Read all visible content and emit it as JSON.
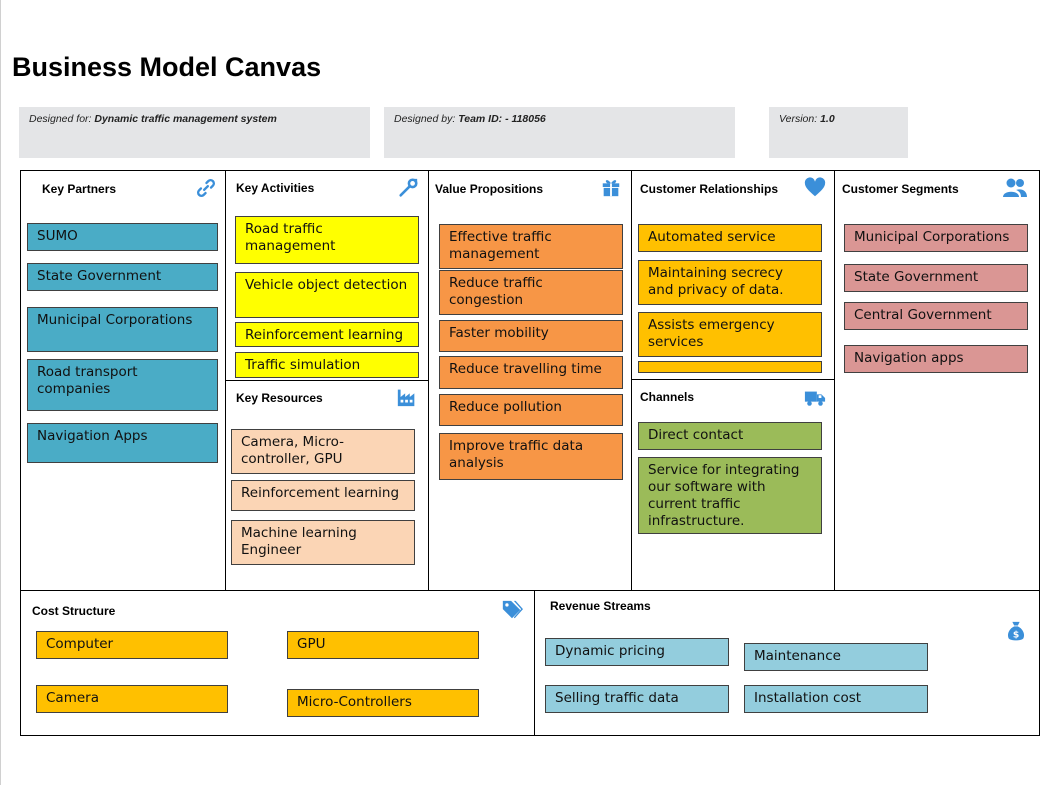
{
  "title": "Business Model Canvas",
  "meta": {
    "designed_for_label": "Designed for:",
    "designed_for_value": "Dynamic traffic management system",
    "designed_by_label": "Designed by:",
    "designed_by_value": "Team ID: - 118056",
    "version_label": "Version:",
    "version_value": "1.0"
  },
  "sections": {
    "key_partners": {
      "title": "Key Partners",
      "icon": "link-icon",
      "items": [
        "SUMO",
        "State Government",
        "Municipal Corporations",
        "Road transport companies",
        "Navigation Apps"
      ]
    },
    "key_activities": {
      "title": "Key Activities",
      "icon": "wrench-icon",
      "items": [
        "Road traffic management",
        "Vehicle object detection",
        "Reinforcement learning",
        "Traffic simulation"
      ]
    },
    "key_resources": {
      "title": "Key Resources",
      "icon": "factory-icon",
      "items": [
        "Camera, Micro-controller, GPU",
        "Reinforcement learning",
        "Machine learning Engineer"
      ]
    },
    "value_propositions": {
      "title": "Value  Propositions",
      "icon": "gift-icon",
      "items": [
        "Effective traffic management",
        "Reduce traffic congestion",
        "Faster mobility",
        "Reduce travelling time",
        "Reduce pollution",
        "Improve traffic data analysis"
      ]
    },
    "customer_relationships": {
      "title": "Customer  Relationships",
      "icon": "heart-icon",
      "items": [
        "Automated service",
        "Maintaining secrecy and privacy of data.",
        "Assists emergency services",
        ""
      ]
    },
    "channels": {
      "title": "Channels",
      "icon": "truck-icon",
      "items": [
        "Direct contact",
        "Service for integrating our software with current traffic infrastructure."
      ]
    },
    "customer_segments": {
      "title": "Customer Segments",
      "icon": "users-icon",
      "items": [
        "Municipal Corporations",
        "State Government",
        "Central Government",
        "Navigation apps"
      ]
    },
    "cost_structure": {
      "title": "Cost Structure",
      "icon": "tags-icon",
      "items": [
        "Computer",
        "GPU",
        "Camera",
        "Micro-Controllers"
      ]
    },
    "revenue_streams": {
      "title": "Revenue Streams",
      "icon": "money-bag-icon",
      "items": [
        "Dynamic pricing",
        "Maintenance",
        "Selling traffic data",
        "Installation cost"
      ]
    }
  },
  "colors": {
    "icon": "#3b8fd9",
    "teal": "#4aacc6",
    "yellow": "#ffff00",
    "peach": "#fbd5b5",
    "orange": "#f79646",
    "gold": "#ffc000",
    "pink": "#da9694",
    "green": "#9bbb59",
    "light_blue": "#93cddd"
  }
}
